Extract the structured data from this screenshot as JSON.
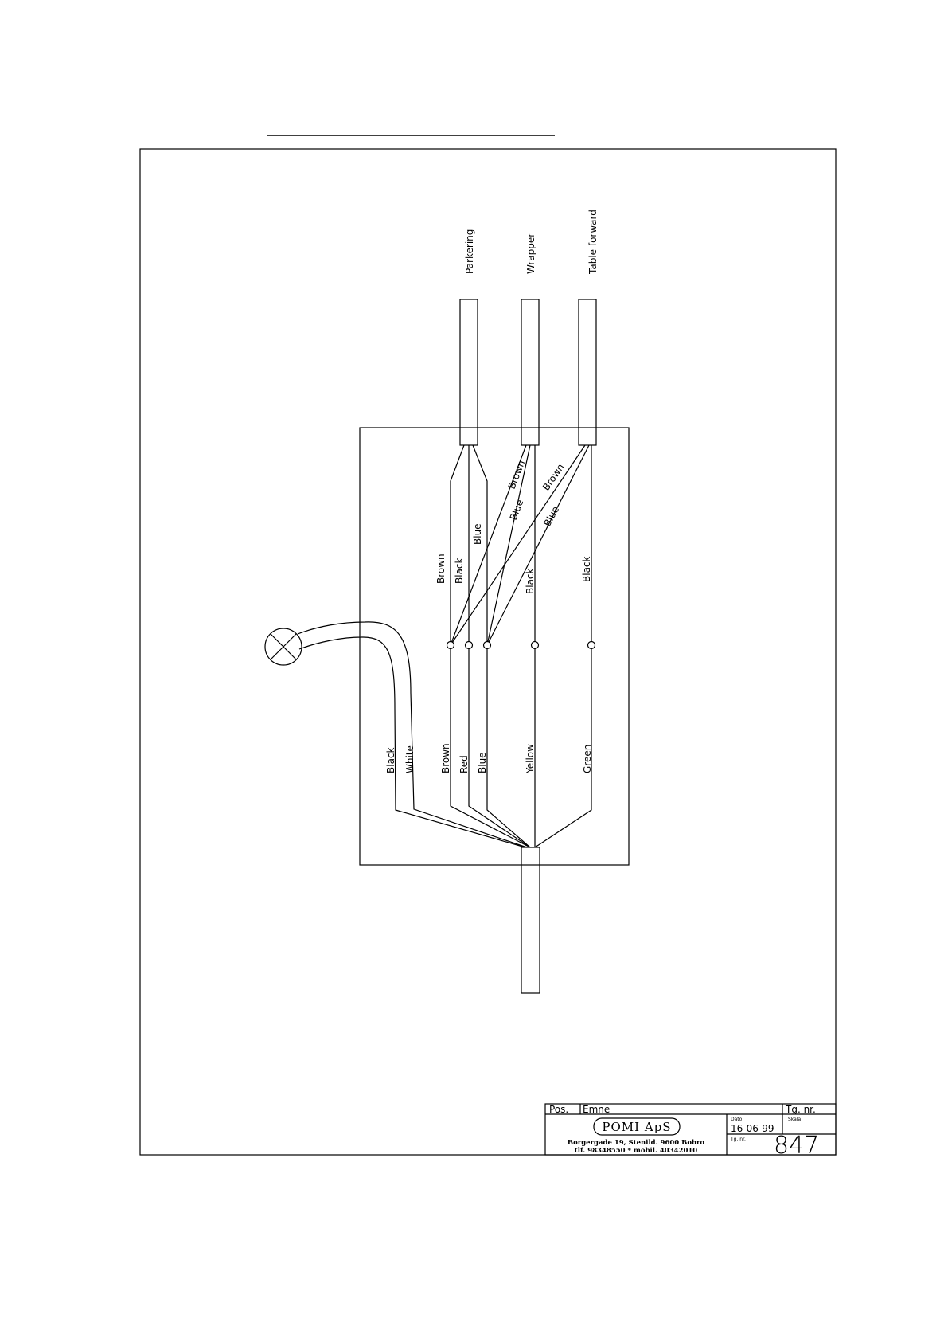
{
  "cables": {
    "parkering": "Parkering",
    "wrapper": "Wrapper",
    "table_forward": "Table forward"
  },
  "wires_upper": {
    "brown_left": "Brown",
    "black_left": "Black",
    "blue_left": "Blue",
    "brown_mid": "Brown",
    "blue_mid": "Blue",
    "black_mid": "Black",
    "brown_right": "Brown",
    "blue_right": "Blue",
    "black_right": "Black"
  },
  "wires_lower": {
    "black": "Black",
    "white": "White",
    "brown": "Brown",
    "red": "Red",
    "blue": "Blue",
    "yellow": "Yellow",
    "green": "Green"
  },
  "title_block": {
    "pos": "Pos.",
    "emne": "Emne",
    "tg_nr": "Tg. nr.",
    "company": "POMI ApS",
    "address_line1": "Borgergade 19, Stenild. 9600 Bobro",
    "address_line2": "tlf. 98348550 * mobil. 40342010",
    "dato_label": "Dato",
    "dato": "16-06-99",
    "skala_label": "Skala",
    "tg_nr_small": "Tg. nr.",
    "drawing_number": "847"
  },
  "colors": {
    "ink": "#000000",
    "paper": "#ffffff"
  }
}
